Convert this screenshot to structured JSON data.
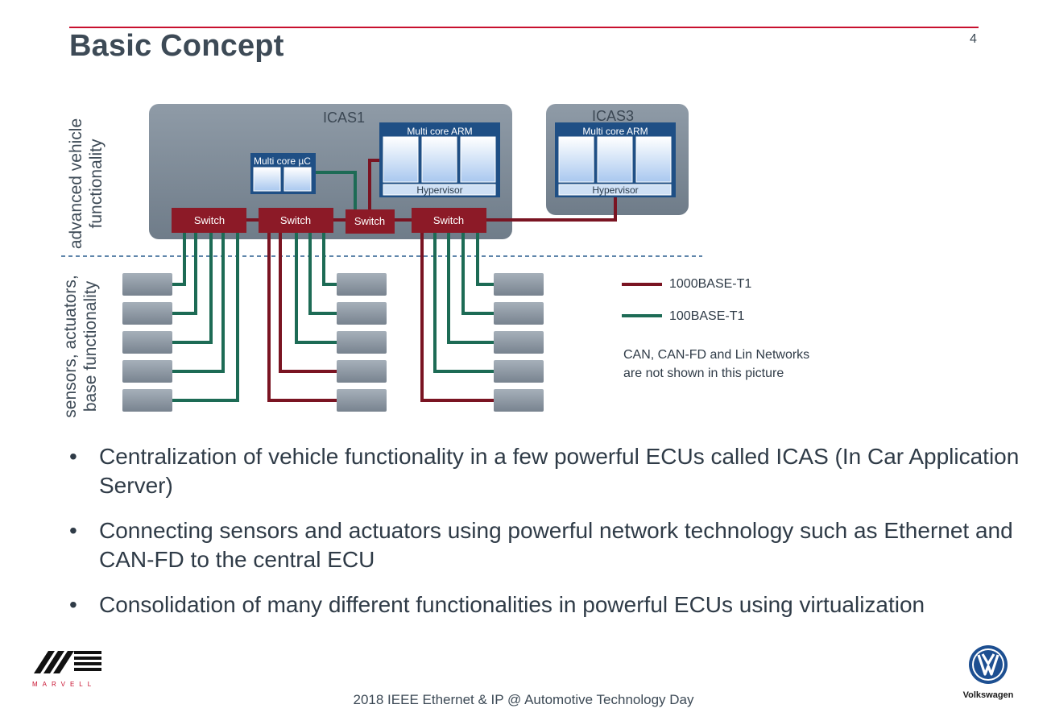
{
  "header": {
    "title": "Basic Concept",
    "page_number": "4"
  },
  "side_labels": {
    "top": [
      "advanced vehicle",
      "functionality"
    ],
    "bottom": [
      "sensors, actuators,",
      "base functionality"
    ]
  },
  "diagram": {
    "icas1": {
      "label": "ICAS1",
      "mcu_label": "Multi core µC",
      "arm_label": "Multi core ARM",
      "hypervisor_label": "Hypervisor",
      "switches": [
        "Switch",
        "Switch",
        "Switch",
        "Switch"
      ]
    },
    "icas3": {
      "label": "ICAS3",
      "arm_label": "Multi core ARM",
      "hypervisor_label": "Hypervisor"
    },
    "colors": {
      "gigabit_link": "#7a1422",
      "fast_link": "#1d6b55",
      "switch_fill": "#8c1a27",
      "icas_fill": "#7f8c99",
      "core_fill": "#1f4f85"
    }
  },
  "legend": {
    "items": [
      {
        "label": "1000BASE-T1",
        "color": "#7a1422"
      },
      {
        "label": "100BASE-T1",
        "color": "#1d6b55"
      }
    ],
    "note": [
      "CAN, CAN-FD and Lin Networks",
      "are not shown in this picture"
    ]
  },
  "bullets": [
    "Centralization of vehicle functionality in a few powerful ECUs called ICAS (In Car Application Server)",
    "Connecting sensors and actuators using powerful network technology such as Ethernet and CAN-FD to the central ECU",
    "Consolidation of many different functionalities in powerful ECUs using virtualization"
  ],
  "footer": {
    "event": "2018 IEEE Ethernet & IP @ Automotive Technology Day",
    "logo_left": "MARVELL",
    "logo_right": "Volkswagen"
  }
}
